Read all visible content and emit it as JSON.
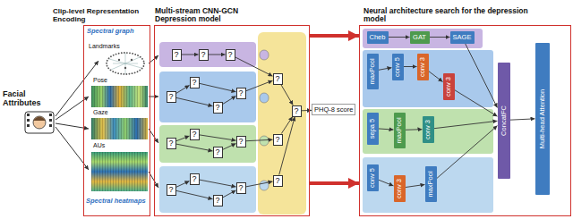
{
  "diagram": {
    "nodes": [
      {
        "text": [
          "Clip-level Representation Encoding"
        ]
      },
      {
        "text": [
          "Multi-stream CNN-GCN Depression model"
        ]
      },
      {
        "text": [
          "?"
        ],
        "in": 1
      },
      {
        "text": [
          "?"
        ],
        "in": 1
      },
      {
        "text": [
          "?"
        ],
        "in": 1
      },
      {
        "text": [
          "?"
        ],
        "in": 1
      },
      {
        "text": [
          "?"
        ],
        "in": 1
      },
      {
        "text": [
          "?"
        ],
        "in": 1
      },
      {
        "text": [
          "?"
        ],
        "in": 1
      },
      {
        "text": [
          "?"
        ],
        "in": 1
      },
      {
        "text": [
          "?"
        ],
        "in": 1
      },
      {
        "text": [
          "?"
        ],
        "in": 1
      },
      {
        "text": [
          "?"
        ],
        "in": 1
      },
      {
        "text": [
          "?"
        ],
        "in": 1
      },
      {
        "text": [
          "?"
        ],
        "in": 1
      },
      {
        "text": [
          "?"
        ],
        "in": 1
      },
      {
        "text": [
          "?"
        ],
        "in": 1
      },
      {
        "text": [
          "?"
        ],
        "in": 1
      },
      {
        "text": [
          "?"
        ],
        "in": 1
      },
      {
        "text": [
          "?"
        ],
        "in": 1
      },
      {
        "text": [
          "?"
        ],
        "in": 1
      },
      {
        "text": [
          "PHQ-8 score"
        ]
      },
      {
        "text": [
          "Neural architecture search for the depression model"
        ]
      },
      {
        "text": [
          "Cheb"
        ],
        "in": 22
      },
      {
        "text": [
          "GAT"
        ],
        "in": 22
      },
      {
        "text": [
          "SAGE"
        ],
        "in": 22
      },
      {
        "text": [
          "maxPool"
        ],
        "in": 22
      },
      {
        "text": [
          "conv 5"
        ],
        "in": 22
      },
      {
        "text": [
          "conv 3"
        ],
        "in": 22
      },
      {
        "text": [
          "conv 3"
        ],
        "in": 22
      },
      {
        "text": [
          "sepa 5"
        ],
        "in": 22
      },
      {
        "text": [
          "maxPool"
        ],
        "in": 22
      },
      {
        "text": [
          "conv 3"
        ],
        "in": 22
      },
      {
        "text": [
          "conv 5"
        ],
        "in": 22
      },
      {
        "text": [
          "conv 3"
        ],
        "in": 22
      },
      {
        "text": [
          "maxPool"
        ],
        "in": 22
      },
      {
        "text": [
          "ConcatFC"
        ],
        "in": 22
      },
      {
        "text": [
          "Multi-head Attention"
        ],
        "in": 22
      }
    ],
    "edges": [
      {
        "from": 2,
        "to": 3,
        "arrow": "to"
      },
      {
        "from": 3,
        "to": 4,
        "arrow": "to"
      },
      {
        "from": 4,
        "to": 17,
        "arrow": "to"
      },
      {
        "from": 5,
        "to": 6,
        "arrow": "to"
      },
      {
        "from": 5,
        "to": 7,
        "arrow": "to"
      },
      {
        "from": 6,
        "to": 8,
        "arrow": "to"
      },
      {
        "from": 7,
        "to": 8,
        "arrow": "to"
      },
      {
        "from": 8,
        "to": 17,
        "arrow": "to"
      },
      {
        "from": 9,
        "to": 10,
        "arrow": "to"
      },
      {
        "from": 9,
        "to": 11,
        "arrow": "to"
      },
      {
        "from": 10,
        "to": 12,
        "arrow": "to"
      },
      {
        "from": 11,
        "to": 12,
        "arrow": "to"
      },
      {
        "from": 12,
        "to": 18,
        "arrow": "to"
      },
      {
        "from": 13,
        "to": 14,
        "arrow": "to"
      },
      {
        "from": 13,
        "to": 15,
        "arrow": "to"
      },
      {
        "from": 14,
        "to": 16,
        "arrow": "to"
      },
      {
        "from": 15,
        "to": 16,
        "arrow": "to"
      },
      {
        "from": 16,
        "to": 19,
        "arrow": "to"
      },
      {
        "from": 17,
        "to": 20,
        "arrow": "to"
      },
      {
        "from": 18,
        "to": 20,
        "arrow": "to"
      },
      {
        "from": 19,
        "to": 20,
        "arrow": "to"
      },
      {
        "from": 20,
        "to": 21,
        "arrow": "to"
      },
      {
        "from": 1,
        "to": 22,
        "arrow": "to"
      },
      {
        "from": 1,
        "to": 22,
        "arrow": "to"
      },
      {
        "from": 23,
        "to": 24,
        "arrow": "to"
      },
      {
        "from": 24,
        "to": 25,
        "arrow": "to"
      },
      {
        "from": 25,
        "to": 36,
        "arrow": "to"
      },
      {
        "from": 26,
        "to": 27,
        "arrow": "to"
      },
      {
        "from": 27,
        "to": 28,
        "arrow": "to"
      },
      {
        "from": 28,
        "to": 29,
        "arrow": "to"
      },
      {
        "from": 29,
        "to": 36,
        "arrow": "to"
      },
      {
        "from": 30,
        "to": 31,
        "arrow": "to"
      },
      {
        "from": 31,
        "to": 32,
        "arrow": "to"
      },
      {
        "from": 32,
        "to": 36,
        "arrow": "to"
      },
      {
        "from": 33,
        "to": 34,
        "arrow": "to"
      },
      {
        "from": 34,
        "to": 35,
        "arrow": "to"
      },
      {
        "from": 35,
        "to": 36,
        "arrow": "to"
      },
      {
        "from": 36,
        "to": 37,
        "arrow": "to"
      }
    ],
    "labels": [
      "Facial Attributes",
      "Spectral graph",
      "Landmarks",
      "Pose",
      "Gaze",
      "AUs",
      "Spectral heatmaps"
    ]
  }
}
